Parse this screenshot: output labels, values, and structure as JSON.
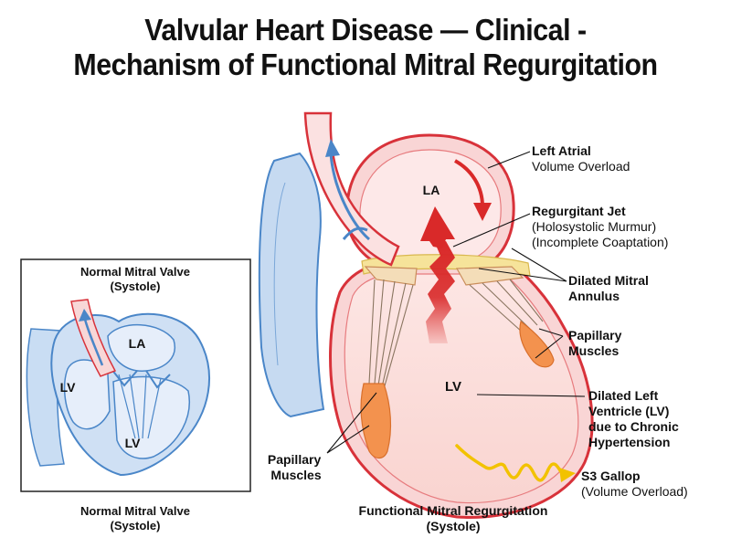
{
  "title": {
    "line1": "Valvular Heart Disease — Clinical -",
    "line2": "Mechanism of Functional Mitral Regurgitation"
  },
  "inset": {
    "header_line1": "Normal Mitral Valve",
    "header_line2": "(Systole)",
    "la": "LA",
    "lv_left": "LV",
    "lv_bottom": "LV",
    "caption_line1": "Normal Mitral Valve",
    "caption_line2": "(Systole)"
  },
  "main": {
    "la": "LA",
    "lv": "LV",
    "caption_line1": "Functional Mitral Regurgitation",
    "caption_line2": "(Systole)"
  },
  "labels": {
    "la_overload": {
      "line1": "Left Atrial",
      "line2": "Volume Overload"
    },
    "jet": {
      "line1": "Regurgitant Jet",
      "line2": "(Holosystolic Murmur)",
      "line3": "(Incomplete Coaptation)"
    },
    "annulus": {
      "line1": "Dilated Mitral",
      "line2": "Annulus"
    },
    "papillary_right": {
      "line1": "Papillary",
      "line2": "Muscles"
    },
    "lv_dilated": {
      "line1": "Dilated Left",
      "line2": "Ventricle (LV)",
      "line3": "due to Chronic",
      "line4": "Hypertension"
    },
    "papillary_left": {
      "line1": "Papillary",
      "line2": "Muscles"
    },
    "s3": {
      "line1": "S3 Gallop",
      "line2": "(Volume Overload)"
    }
  },
  "colors": {
    "red_outline": "#d8323a",
    "pink_fill": "#fbe1e1",
    "blue": "#4a86c8",
    "light_blue": "#c9ddf3",
    "annulus_yellow": "#f6e39a",
    "muscle_orange": "#f3924e",
    "jet_red": "#d92929",
    "s3_yellow": "#f2c200"
  }
}
